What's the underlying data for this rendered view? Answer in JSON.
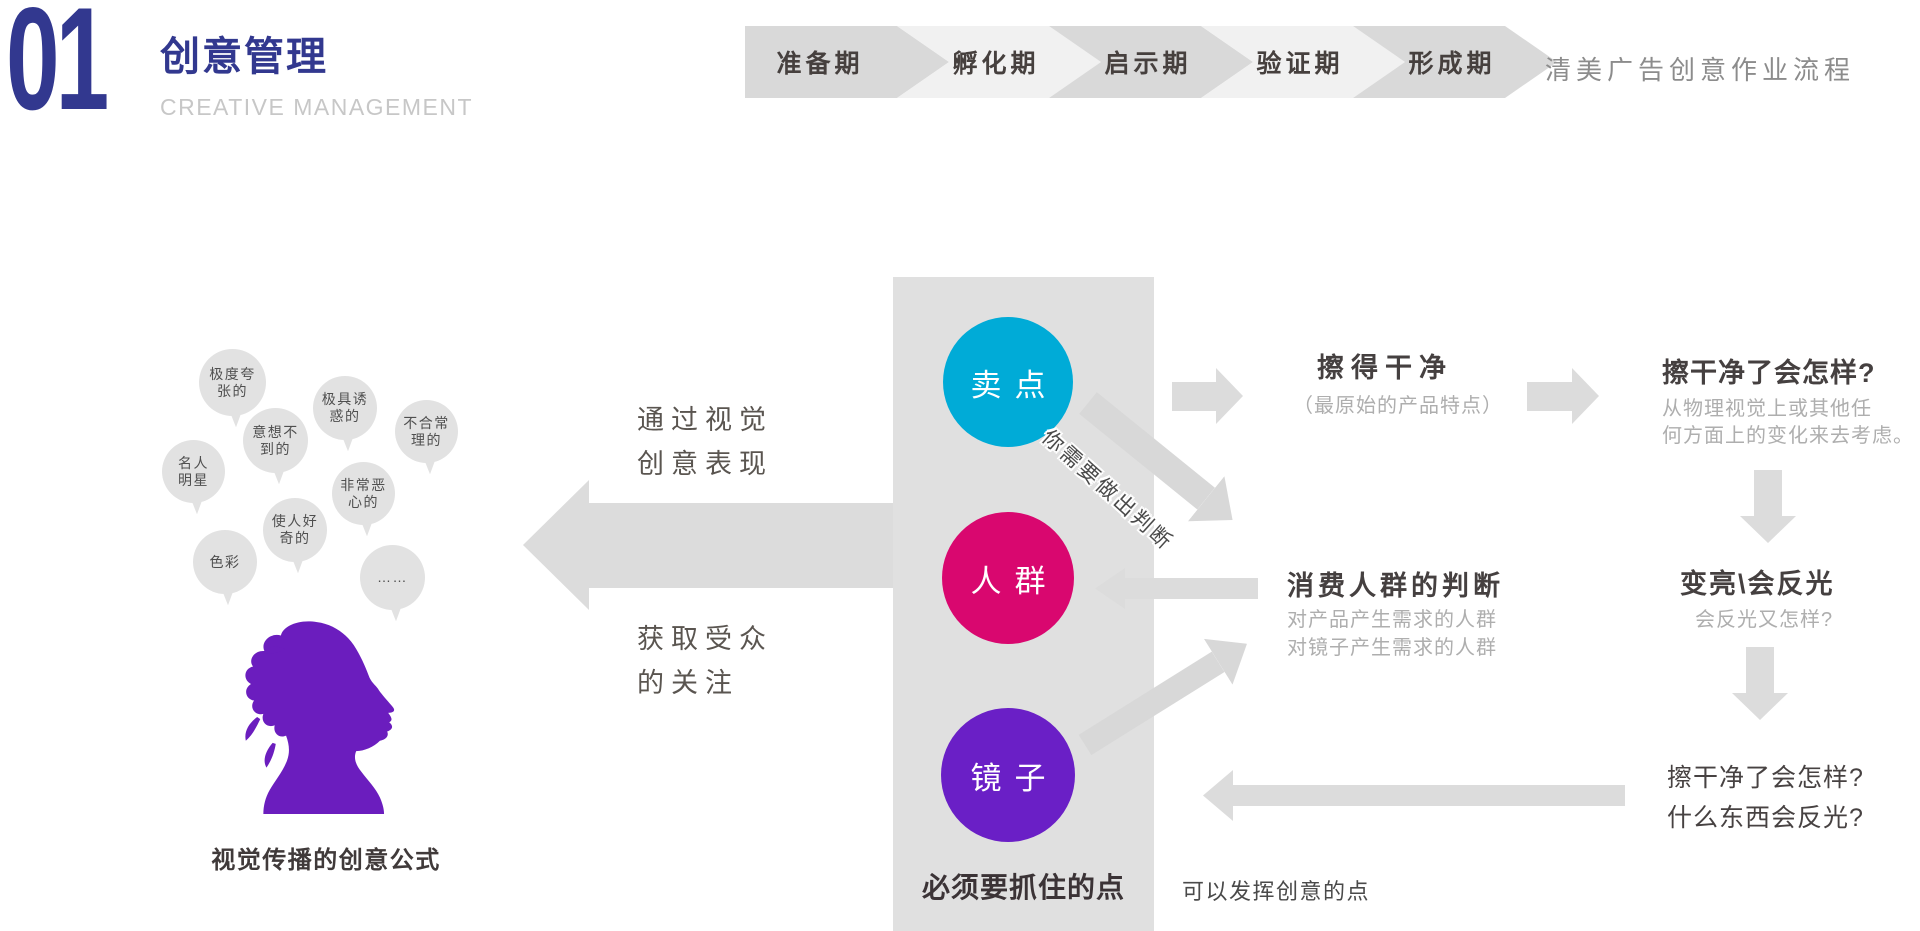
{
  "header": {
    "number": "01",
    "title": "创意管理",
    "subtitle": "CREATIVE MANAGEMENT"
  },
  "process_flow": {
    "stages": [
      {
        "label": "准备期",
        "tone": "dark"
      },
      {
        "label": "孵化期",
        "tone": "light"
      },
      {
        "label": "启示期",
        "tone": "dark"
      },
      {
        "label": "验证期",
        "tone": "light"
      },
      {
        "label": "形成期",
        "tone": "dark"
      }
    ],
    "caption": "清美广告创意作业流程"
  },
  "brainstorm": {
    "bubbles": [
      {
        "lines": [
          "极度夸",
          "张的"
        ]
      },
      {
        "lines": [
          "极具诱",
          "惑的"
        ]
      },
      {
        "lines": [
          "不合常",
          "理的"
        ]
      },
      {
        "lines": [
          "意想不",
          "到的"
        ]
      },
      {
        "lines": [
          "名人",
          "明星"
        ]
      },
      {
        "lines": [
          "非常恶",
          "心的"
        ]
      },
      {
        "lines": [
          "使人好",
          "奇的"
        ]
      },
      {
        "lines": [
          "色彩"
        ]
      },
      {
        "lines": [
          "……"
        ]
      }
    ],
    "figure": "purple-woman-profile-silhouette",
    "caption": "视觉传播的创意公式"
  },
  "mid": {
    "top_text": [
      "通过视觉",
      "创意表现"
    ],
    "bottom_text": [
      "获取受众",
      "的关注"
    ]
  },
  "band": {
    "circles": [
      {
        "label": "卖点",
        "color": "#00ABD7"
      },
      {
        "label": "人群",
        "color": "#D9076F"
      },
      {
        "label": "镜子",
        "color": "#6A1FC6"
      }
    ],
    "diagonal_note": "你需要做出判断",
    "bottom_label": "必须要抓住的点"
  },
  "right": {
    "row1": {
      "title": "擦得干净",
      "subtitle": "（最原始的产品特点）",
      "next_title": "擦干净了会怎样?",
      "next_lines": [
        "从物理视觉上或其他任",
        "何方面上的变化来去考虑。"
      ]
    },
    "row2": {
      "title": "消费人群的判断",
      "lines": [
        "对产品产生需求的人群",
        "对镜子产生需求的人群"
      ],
      "next_title": "变亮\\会反光",
      "next_sub": "会反光又怎样?"
    },
    "row3": {
      "lines": [
        "擦干净了会怎样?",
        "什么东西会反光?"
      ]
    },
    "bottom_label": "可以发挥创意的点"
  },
  "colors": {
    "accent_blue": "#32388F",
    "chevron_dark": "#D9D9D9",
    "chevron_light": "#F1F1F1",
    "chevron_text": "#46403E",
    "band_gray": "#E0E0E0",
    "arrow_gray": "#DCDCDC",
    "bubble_gray": "#E2E2E2",
    "selling_point_cyan": "#00ABD7",
    "audience_magenta": "#D9076F",
    "mirror_purple": "#6A1FC6",
    "silhouette_purple": "#6B1DBE",
    "heading_dark": "#454040",
    "subtext_gray": "#AEAEAE"
  }
}
